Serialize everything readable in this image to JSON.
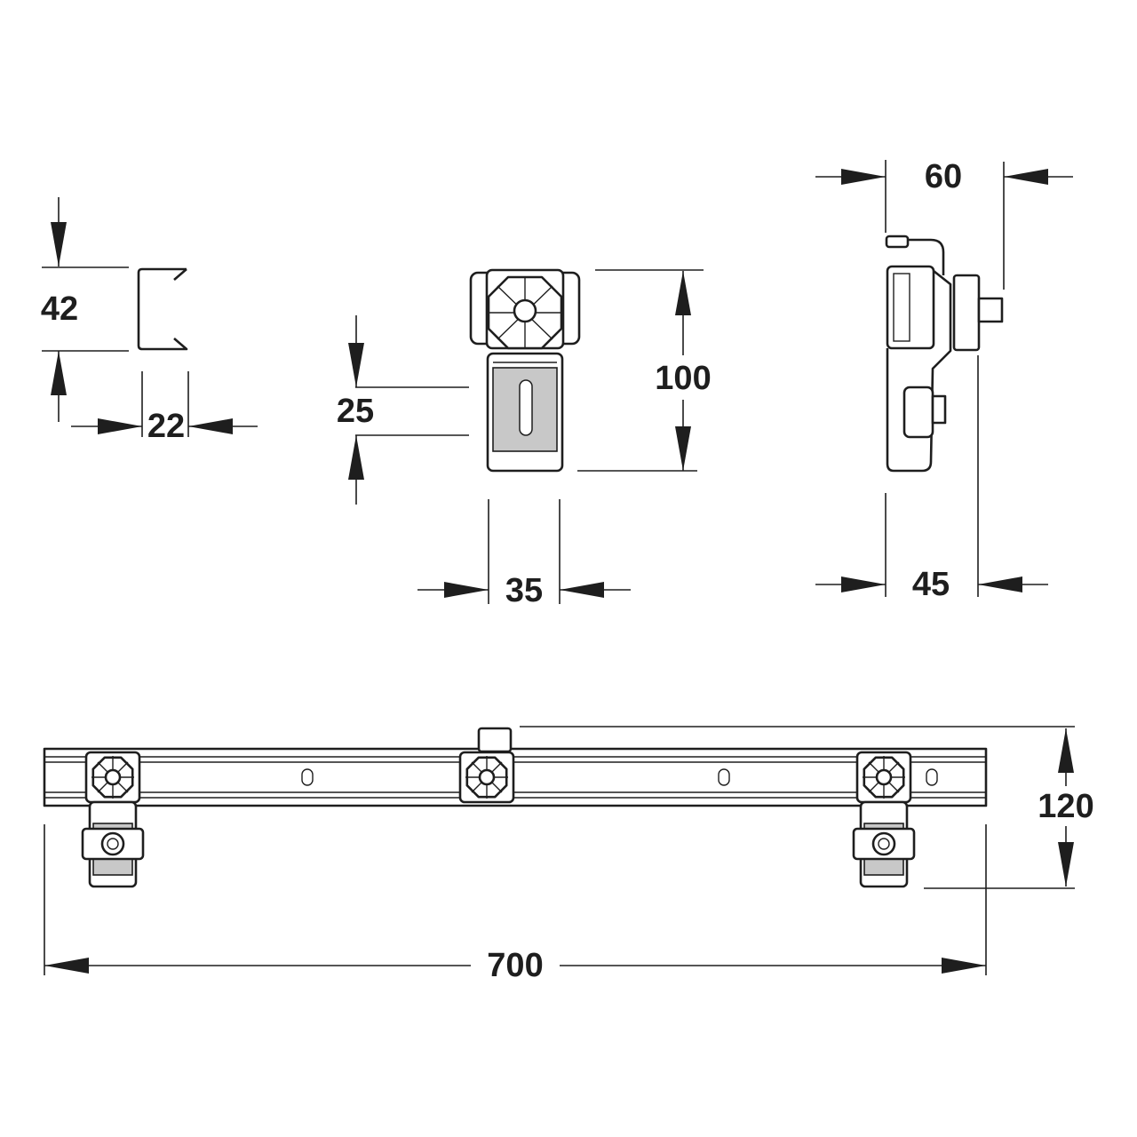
{
  "drawing": {
    "dimensions": {
      "profile_height": "42",
      "profile_width": "22",
      "slot_length": "25",
      "hanger_height": "100",
      "hanger_width": "35",
      "side_depth_top": "60",
      "side_depth_bottom": "45",
      "rail_height": "120",
      "rail_length": "700"
    }
  }
}
